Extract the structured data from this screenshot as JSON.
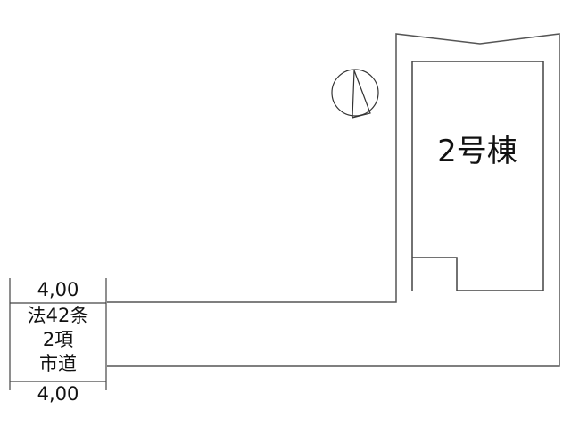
{
  "building": {
    "label": "2号棟"
  },
  "road": {
    "width_top": "4,00",
    "width_bottom": "4,00",
    "type_line1": "法42条",
    "type_line2": "2項",
    "type_line3": "市道"
  },
  "compass": {
    "icon": "north-arrow-icon"
  },
  "colors": {
    "line": "#444444",
    "text": "#111111",
    "background": "#ffffff"
  }
}
